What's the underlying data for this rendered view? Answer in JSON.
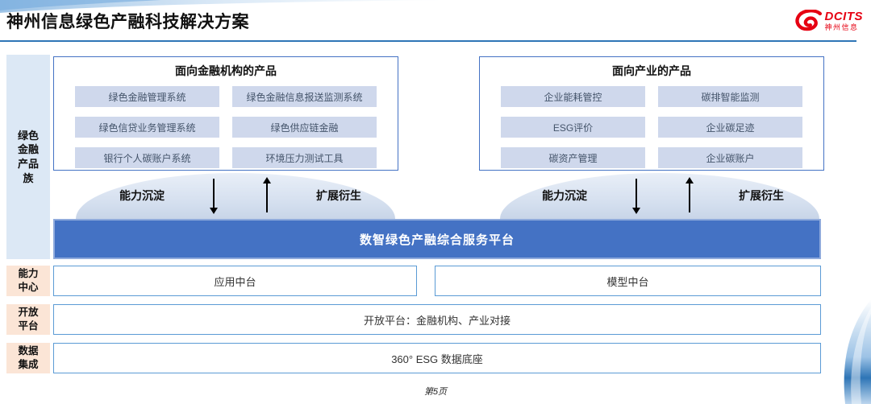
{
  "slide": {
    "title": "神州信息绿色产融科技解决方案",
    "page_footer": "第5页"
  },
  "logo": {
    "brand": "DCITS",
    "brand_cn": "神州信息"
  },
  "sidebar": {
    "family_label": "绿色\n金融\n产品\n族",
    "capability_label": "能力\n中心",
    "open_label": "开放\n平台",
    "data_label": "数据\n集成"
  },
  "panels": [
    {
      "title": "面向金融机构的产品",
      "items": [
        "绿色金融管理系统",
        "绿色金融信息报送监测系统",
        "绿色信贷业务管理系统",
        "绿色供应链金融",
        "银行个人碳账户系统",
        "环境压力测试工具"
      ]
    },
    {
      "title": "面向产业的产品",
      "items": [
        "企业能耗管控",
        "碳排智能监测",
        "ESG评价",
        "企业碳足迹",
        "碳资产管理",
        "企业碳账户"
      ]
    }
  ],
  "arrows": {
    "down_label": "能力沉淀",
    "up_label": "扩展衍生"
  },
  "platform": {
    "label": "数智绿色产融综合服务平台"
  },
  "middle": {
    "app_box": "应用中台",
    "model_box": "模型中台",
    "open_box": "开放平台：金融机构、产业对接",
    "data_box": "360° ESG 数据底座"
  },
  "colors": {
    "accent_blue": "#4472c4",
    "border_blue": "#5b9bd5",
    "item_blue": "#cfd8ec",
    "sidebar_blue": "#dce8f5",
    "peach": "#fbe5d6",
    "divider_blue": "#2e75b6",
    "logo_red": "#e60012"
  }
}
